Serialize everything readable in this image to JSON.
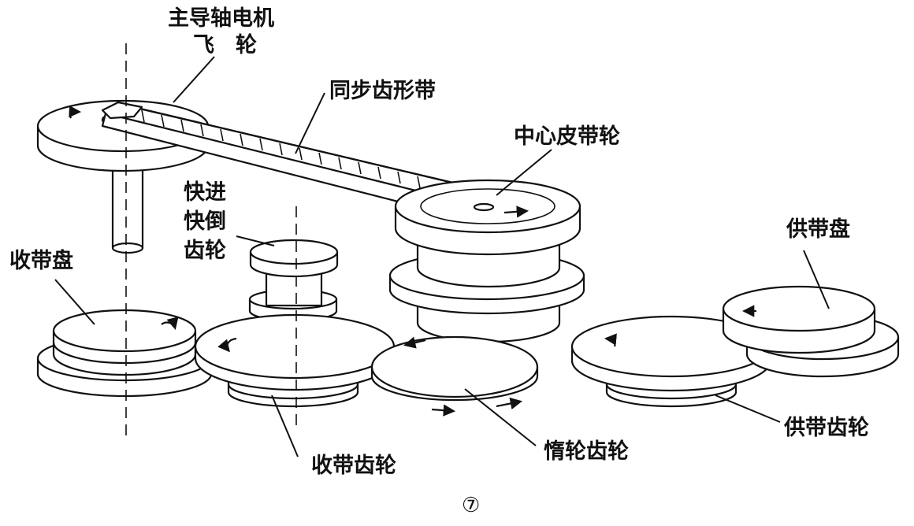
{
  "labels": {
    "capstan_motor_flywheel_line1": "主导轴电机",
    "capstan_motor_flywheel_line2": "飞　轮",
    "timing_belt": "同步齿形带",
    "center_pulley": "中心皮带轮",
    "ff_rew_gear_line1": "快进",
    "ff_rew_gear_line2": "快倒",
    "ff_rew_gear_line3": "齿轮",
    "takeup_reel": "收带盘",
    "supply_reel": "供带盘",
    "takeup_gear": "收带齿轮",
    "idler_gear": "惰轮齿轮",
    "supply_gear": "供带齿轮"
  },
  "figure_number": "⑦",
  "colors": {
    "line": "#111111",
    "fill": "#ffffff"
  }
}
